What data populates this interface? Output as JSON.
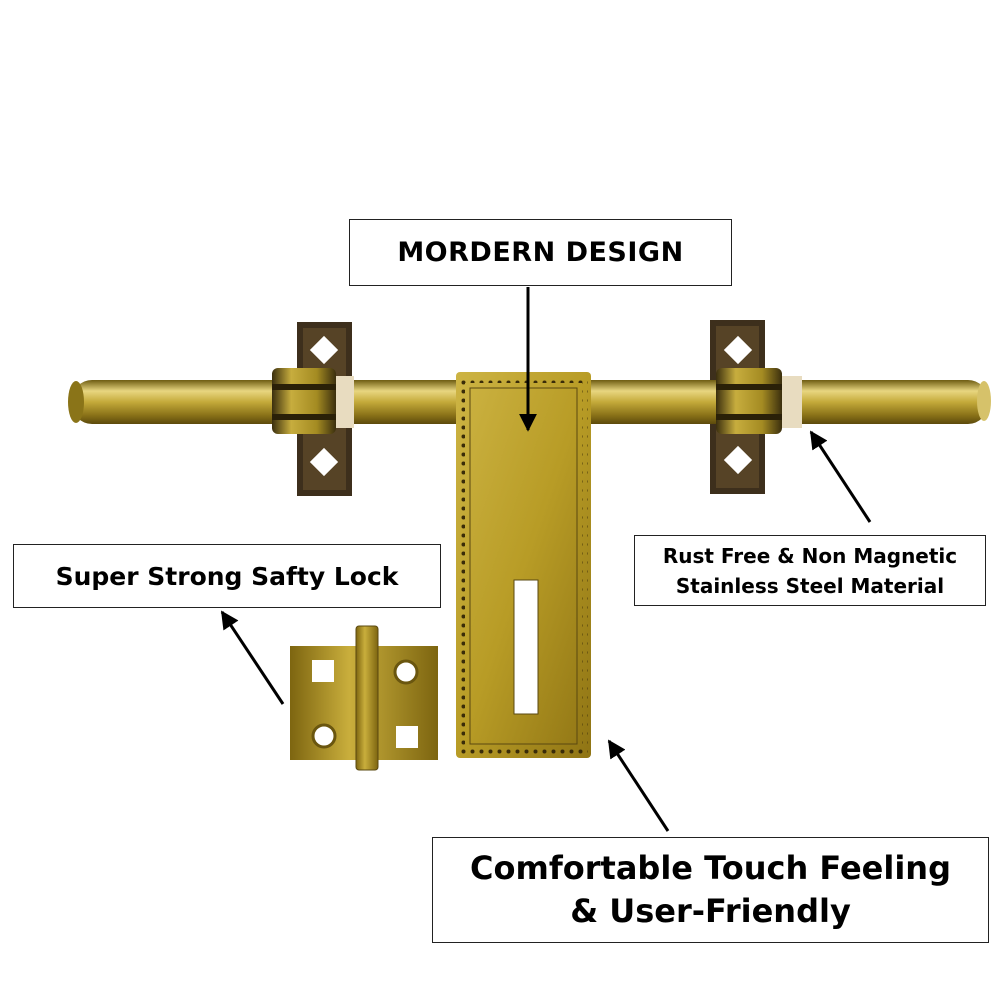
{
  "labels": {
    "modern_design": "MORDERN DESIGN",
    "safety_lock": "Super Strong Safty Lock",
    "material_line1": "Rust Free & Non Magnetic",
    "material_line2": "Stainless Steel Material",
    "touch_line1": "Comfortable Touch Feeling",
    "touch_line2": "& User-Friendly"
  },
  "colors": {
    "brass": "#b9a02a",
    "brass_dark": "#6f5a0c",
    "bracket": "#3a2e1c",
    "text": "#000000",
    "background": "#ffffff"
  }
}
